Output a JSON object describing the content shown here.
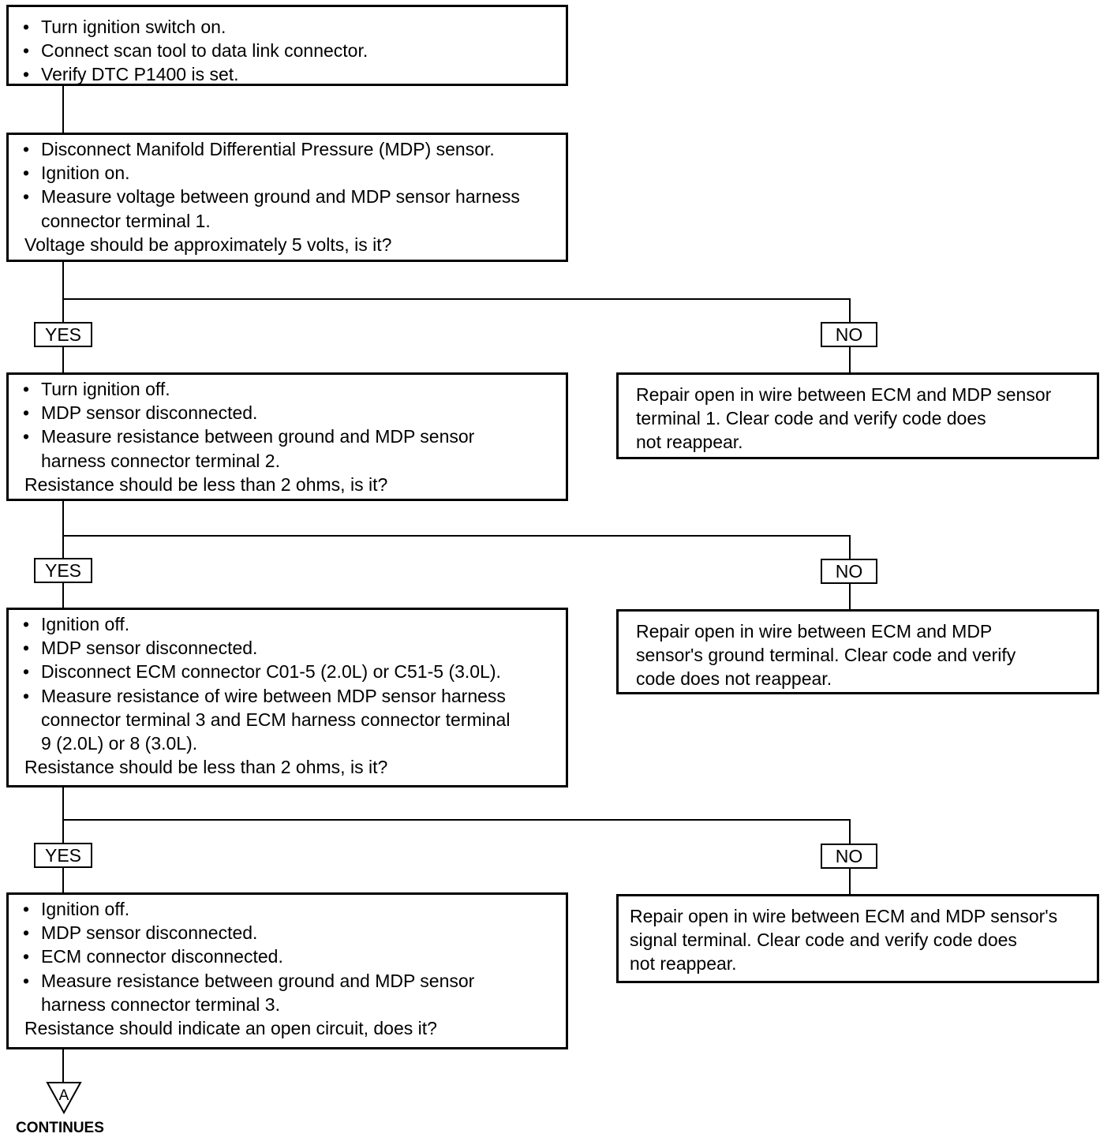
{
  "steps": [
    {
      "bullets": [
        "Turn ignition switch on.",
        "Connect scan tool to data link connector.",
        "Verify DTC P1400 is set."
      ],
      "question": ""
    },
    {
      "bullets": [
        "Disconnect Manifold Differential Pressure (MDP) sensor.",
        "Ignition on.",
        "Measure voltage between ground and MDP sensor harness",
        "connector terminal 1."
      ],
      "question": "Voltage should be approximately 5 volts, is it?"
    },
    {
      "bullets": [
        "Turn ignition off.",
        "MDP sensor disconnected.",
        "Measure resistance between ground and MDP sensor",
        "harness connector terminal 2."
      ],
      "question": "Resistance should be less than 2 ohms, is it?"
    },
    {
      "bullets": [
        "Ignition off.",
        "MDP sensor disconnected.",
        "Disconnect ECM connector C01-5 (2.0L) or C51-5 (3.0L).",
        "Measure resistance of wire between MDP sensor harness",
        "connector terminal 3 and ECM harness connector terminal",
        "9 (2.0L) or 8 (3.0L)."
      ],
      "question": "Resistance should be less than 2 ohms, is it?"
    },
    {
      "bullets": [
        "Ignition off.",
        "MDP sensor disconnected.",
        "ECM connector disconnected.",
        "Measure resistance between ground and MDP sensor",
        "harness connector terminal 3."
      ],
      "question": "Resistance should indicate an open circuit, does it?"
    }
  ],
  "repairs": [
    {
      "lines": [
        "Repair open in wire between ECM and MDP sensor",
        "terminal 1. Clear code and verify code does",
        "not reappear."
      ]
    },
    {
      "lines": [
        "Repair open in wire between ECM and MDP",
        "sensor's ground terminal. Clear code and verify",
        "code does not reappear."
      ]
    },
    {
      "lines": [
        "Repair open in wire between ECM and MDP sensor's",
        "signal terminal. Clear code and verify code does",
        "not reappear."
      ]
    }
  ],
  "labels": {
    "yes": "YES",
    "no": "NO"
  },
  "connector": {
    "letter": "A",
    "caption": "CONTINUES"
  }
}
